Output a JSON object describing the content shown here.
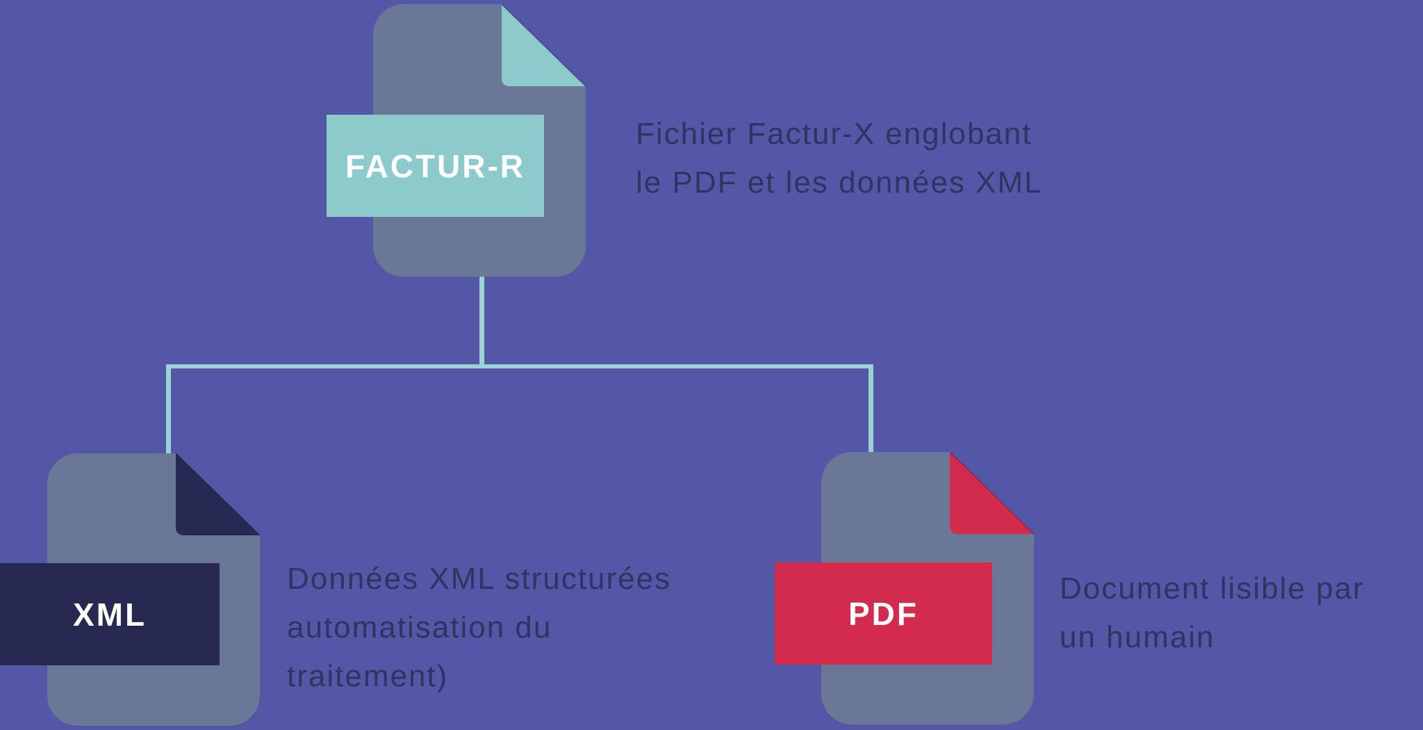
{
  "diagram": {
    "root_file": {
      "label": "FACTUR-R",
      "annotation_line1": "Fichier Factur-X englobant",
      "annotation_line2": "le PDF et les données XML"
    },
    "xml_file": {
      "label": "XML",
      "annotation_line1": "Données XML structurées",
      "annotation_line2": "automatisation du",
      "annotation_line3": "traitement)"
    },
    "pdf_file": {
      "label": "PDF",
      "annotation_line1": "Document lisible par",
      "annotation_line2": "un humain"
    }
  },
  "colors": {
    "background": "#5456A6",
    "document_body": "#6A7796",
    "facturx_accent": "#8CCACB",
    "xml_accent": "#262A53",
    "pdf_accent": "#D22B4D",
    "connector": "#9BD3D5",
    "annotation_text": "#313363",
    "label_text": "#FFFFFF"
  }
}
